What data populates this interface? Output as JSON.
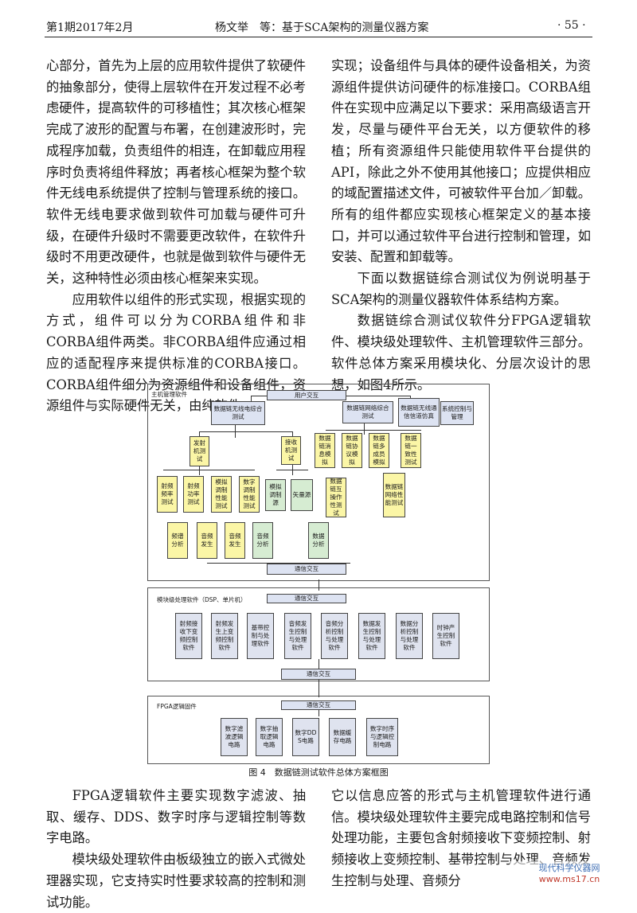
{
  "header": {
    "left": "第1期2017年2月",
    "center": "杨文举　等：基于SCA架构的测量仪器方案",
    "right": "· 55 ·"
  },
  "body": {
    "left_top": [
      "心部分，首先为上层的应用软件提供了软硬件的抽象部分，使得上层软件在开发过程不必考虑硬件，提高软件的可移植性；其次核心框架完成了波形的配置与布署，在创建波形时，完成程序加载，负责组件的相连，在卸载应用程序时负责将组件释放；再者核心框架为整个软件无线电系统提供了控制与管理系统的接口。软件无线电要求做到软件可加载与硬件可升级，在硬件升级时不需要更改软件，在软件升级时不用更改硬件，也就是做到软件与硬件无关，这种特性必须由核心框架来实现。",
      "应用软件以组件的形式实现，根据实现的方式，组件可以分为CORBA组件和非CORBA组件两类。非CORBA组件应通过相应的适配程序来提供标准的CORBA接口。CORBA组件细分为资源组件和设备组件，资源组件与实际硬件无关，由纯软件"
    ],
    "right_top": [
      "实现；设备组件与具体的硬件设备相关，为资源组件提供访问硬件的标准接口。CORBA组件在实现中应满足以下要求：采用高级语言开发，尽量与硬件平台无关，以方便软件的移植；所有资源组件只能使用软件平台提供的API，除此之外不使用其他接口；应提供相应的域配置描述文件，可被软件平台加／卸载。所有的组件都应实现核心框架定义的基本接口，并可以通过软件平台进行控制和管理，如安装、配置和卸载等。",
      "下面以数据链综合测试仪为例说明基于SCA架构的测量仪器软件体系结构方案。",
      "数据链综合测试仪软件分FPGA逻辑软件、模块级处理软件、主机管理软件三部分。软件总体方案采用模块化、分层次设计的思想，如图4所示。"
    ],
    "left_bot": [
      "FPGA逻辑软件主要实现数字滤波、抽取、缓存、DDS、数字时序与逻辑控制等数字电路。",
      "模块级处理软件由板级独立的嵌入式微处理器实现，它支持实时性要求较高的控制和测试功能。"
    ],
    "right_bot": [
      "它以信息应答的形式与主机管理软件进行通信。模块级处理软件主要完成电路控制和信号处理功能，主要包含射频接收下变频控制、射频接收上变频控制、基带控制与处理、音频发生控制与处理、音频分"
    ]
  },
  "figure": {
    "caption": "图 4　数据链测试软件总体方案框图",
    "host_label": "主机管理软件",
    "module_label": "模块级处理软件（DSP、单片机）",
    "fpga_label": "FPGA逻辑固件",
    "user": "用户交互",
    "wireless": "数据链无线电综合测试",
    "network": "数据链网络综合测试",
    "sim": "数据链无线通信信道仿真",
    "syscontrol": "系统控制与管理",
    "tx": "发射机测试",
    "rx": "接收机测试",
    "net_children": [
      "数据链消息模拟",
      "数据链协议模拟",
      "数据链多成员模拟",
      "数据链一致性测试"
    ],
    "tx_children": [
      "射频频率测试",
      "射频功率测试",
      "模拟调制性能测试",
      "数字调制性能测试"
    ],
    "rx_children": [
      "模拟调制源",
      "矢量源"
    ],
    "interop": "数据链互操作性测试",
    "netperf": "数据链网络性能测试",
    "bottom_row": [
      "频谱分析",
      "音频发生",
      "音频发生",
      "音频分析",
      "数据分析"
    ],
    "comm": "通信交互",
    "module_items": [
      "射频接收下变频控制软件",
      "射频发生上变频控制软件",
      "基带控制与处理软件",
      "音频发生控制与处理软件",
      "音频分析控制与处理软件",
      "数据发生控制与处理软件",
      "数据分析控制与处理软件",
      "时钟产生控制软件"
    ],
    "fpga_items": [
      "数字滤波逻辑电路",
      "数字抽取逻辑电路",
      "数字DDS电路",
      "数据缓存电路",
      "数字时序与逻辑控制电路"
    ]
  },
  "colors": {
    "blue_box": "#dde3f2",
    "yellow_box": "#fbf6a6",
    "green_box": "#d6ecd2",
    "module_box": "#dfe3ef"
  },
  "watermark": "现代科学仪器网 www.ms17.cn"
}
